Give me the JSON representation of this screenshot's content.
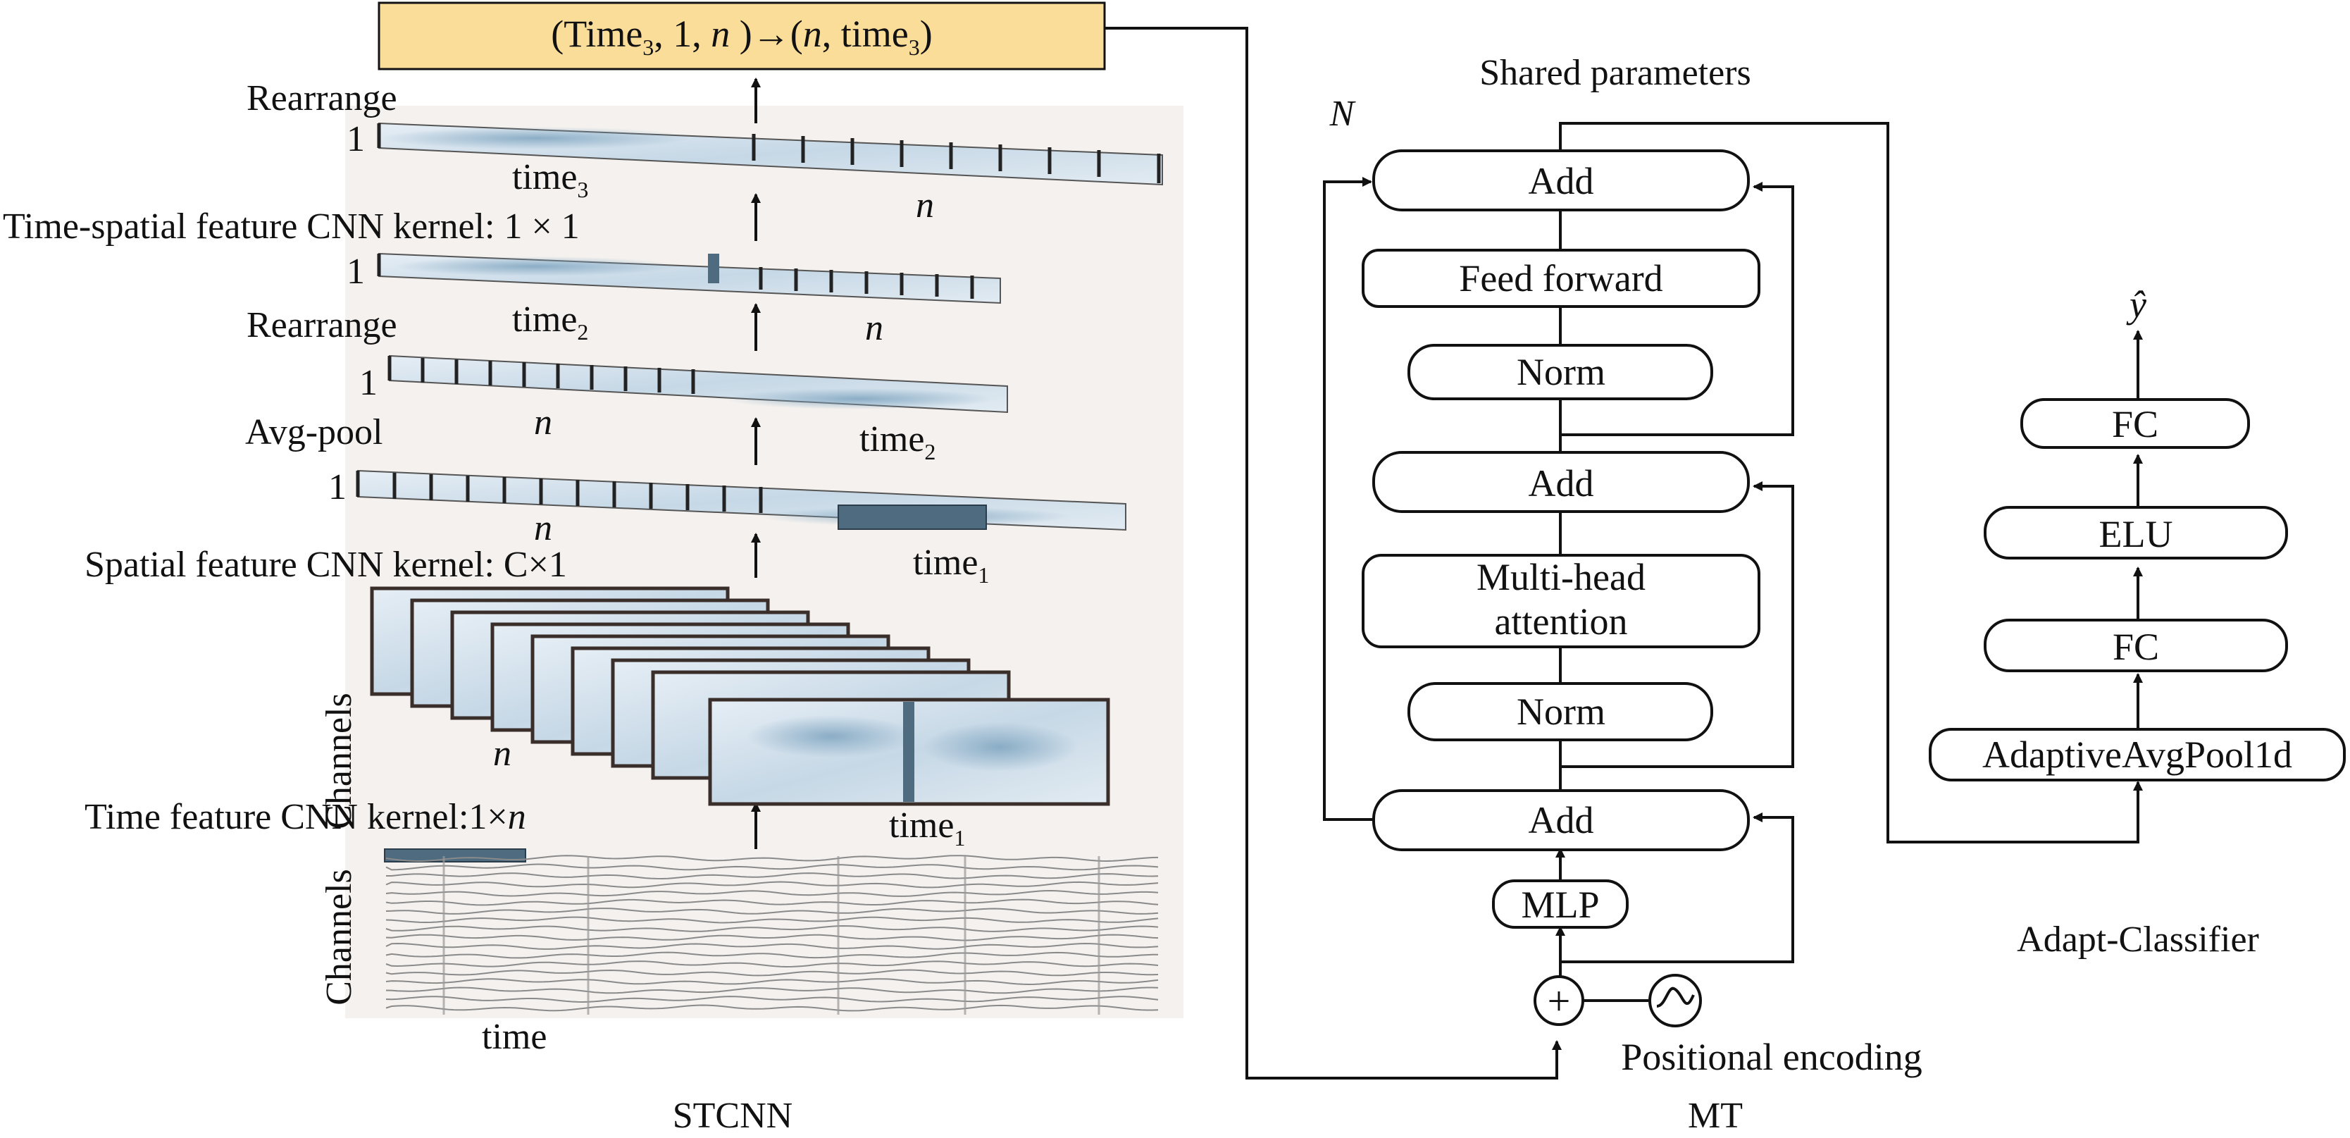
{
  "top_box": {
    "main1": "(Time",
    "sub1": "3",
    "main2": ", 1, ",
    "italic1": "n",
    "main3": " )→(",
    "italic2": "n",
    "main4": ", time",
    "sub2": "3",
    "main5": ")"
  },
  "stcnn": {
    "caption": "STCNN",
    "rearrange_top": "Rearrange",
    "one_1": "1",
    "time3": "time",
    "time3_sub": "3",
    "n_1": "n",
    "ts_kernel": "Time-spatial feature CNN kernel: 1 × 1",
    "one_2": "1",
    "time2_a": "time",
    "time2_a_sub": "2",
    "n_2": "n",
    "rearrange_mid": "Rearrange",
    "one_3": "1",
    "n_3": "n",
    "time2_b": "time",
    "time2_b_sub": "2",
    "avgpool": "Avg-pool",
    "one_4": "1",
    "n_4": "n",
    "time1_a": "time",
    "time1_a_sub": "1",
    "spatial_kernel": "Spatial feature CNN kernel: C×1",
    "channels_1": "Channels",
    "n_5": "n",
    "time1_b": "time",
    "time1_b_sub": "1",
    "time_kernel_pre": "Time feature CNN kernel:1×",
    "time_kernel_n": "n",
    "channels_2": "Channels",
    "time": "time"
  },
  "mt": {
    "caption": "MT",
    "shared": "Shared parameters",
    "N": "N",
    "add_top": "Add",
    "feed_forward": "Feed forward",
    "norm_top": "Norm",
    "add_mid": "Add",
    "mha_line1": "Multi-head",
    "mha_line2": "attention",
    "norm_bottom": "Norm",
    "add_bottom": "Add",
    "mlp": "MLP",
    "plus": "+",
    "positional": "Positional encoding"
  },
  "classifier": {
    "caption": "Adapt-Classifier",
    "yhat": "ŷ",
    "fc_top": "FC",
    "elu": "ELU",
    "fc_bottom": "FC",
    "pool": "AdaptiveAvgPool1d"
  },
  "colors": {
    "top_box_fill": "#FBDD9A",
    "panel_bg": "#F4F1EE",
    "map_fill": "#D9E5EF",
    "map_blob": "#8DB0C8",
    "kernel_bar": "#4E6B80",
    "signal": "#8A8A8A"
  }
}
